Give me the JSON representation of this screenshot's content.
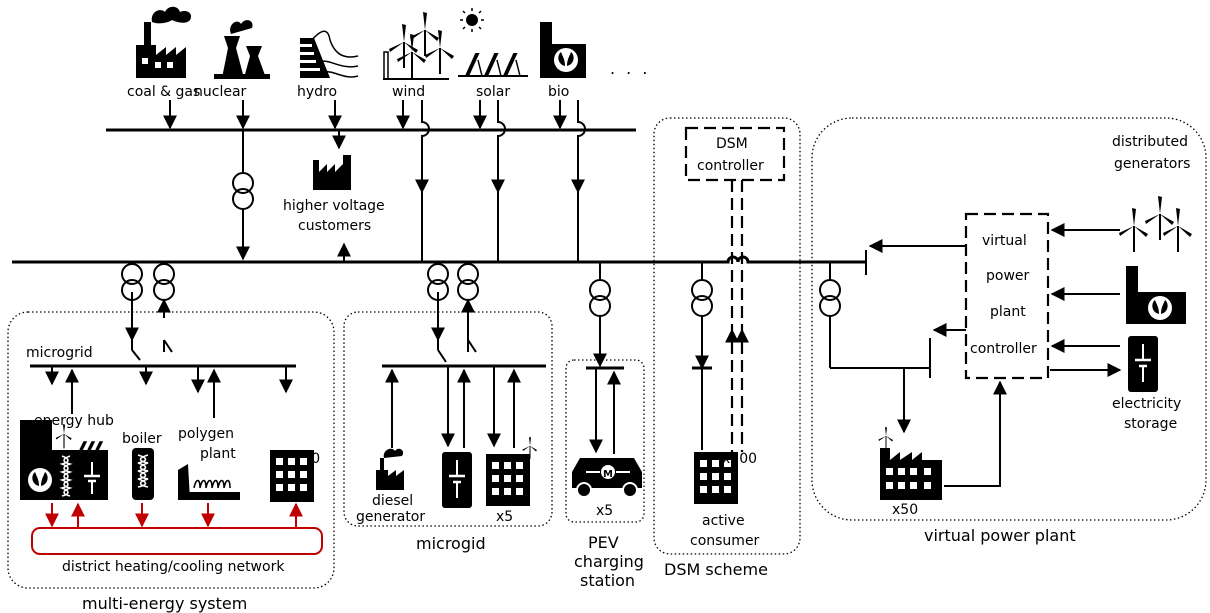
{
  "generators": {
    "coal_gas": "coal & gas",
    "nuclear": "nuclear",
    "hydro": "hydro",
    "wind": "wind",
    "solar": "solar",
    "bio": "bio",
    "more": ". . ."
  },
  "hv": {
    "line1": "higher voltage",
    "line2": "customers"
  },
  "dsm": {
    "controller_line1": "DSM",
    "controller_line2": "controller",
    "count": "x500",
    "consumer_line1": "active",
    "consumer_line2": "consumer",
    "caption": "DSM scheme"
  },
  "vpp": {
    "distributed_line1": "distributed",
    "distributed_line2": "generators",
    "controller_line1": "virtual",
    "controller_line2": "power",
    "controller_line3": "plant",
    "controller_line4": "controller",
    "storage_line1": "electricity",
    "storage_line2": "storage",
    "count": "x50",
    "caption": "virtual power plant"
  },
  "mes": {
    "microgrid": "microgrid",
    "energy_hub": "energy hub",
    "boiler": "boiler",
    "polygen_line1": "polygen",
    "polygen_line2": "plant",
    "count": "x50",
    "network": "district heating/cooling network",
    "caption": "multi-energy system"
  },
  "mg2": {
    "diesel_line1": "diesel",
    "diesel_line2": "generator",
    "count": "x5",
    "caption": "microgid"
  },
  "pev": {
    "count": "x5",
    "caption_line1": "PEV",
    "caption_line2": "charging",
    "caption_line3": "station"
  },
  "icons": [
    "factory-icon",
    "nuclear-plant-icon",
    "hydro-dam-icon",
    "wind-turbine-icon",
    "solar-panel-icon",
    "bio-plant-icon",
    "transformer-icon",
    "battery-icon",
    "building-icon",
    "electric-car-icon",
    "heating-coil-icon",
    "switch-icon"
  ],
  "colors": {
    "line": "#000000",
    "thermal_network": "#c00000"
  }
}
